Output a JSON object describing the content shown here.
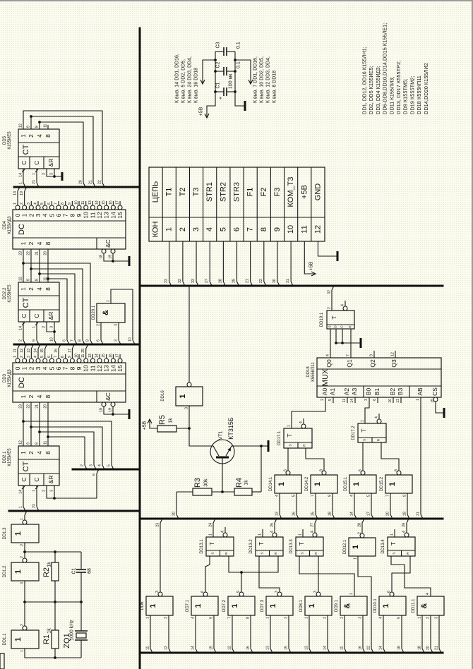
{
  "notes": {
    "vcc_pins": [
      "К выв. 14 DD1, DD16,",
      "К выв. 5 DD2, DD5,",
      "К выв. 24 DD3, DD4,",
      "К выв. 16 DD18"
    ],
    "gnd_pins": [
      "К выв. 7 DD1, DD16,",
      "К выв. 10 DD2, DD5,",
      "К выв. 12 DD3, DD4,",
      "К выв. 8 DD18"
    ],
    "parts": [
      "DD1, DD12, DD16  К155ЛН1;",
      "DD2, DD5  К155ИЕ5;",
      "DD3, DD4  К155ИД3;",
      "DD6-DD8,DD10,DD14,DD15  К155ЛЕ1;",
      "DD11  К155ЛИ3;",
      "DD13, DD17  К555ТР2;",
      "DD9  К155ТМ5;",
      "DD19  К555ТМ2;",
      "DD18  К555КП11",
      "DD14,DD20  К155ЛИ2"
    ]
  },
  "supply": "+5В",
  "decoupling": [
    {
      "ref": "C3",
      "value": "0.1"
    },
    {
      "ref": "C2",
      "value": "0.1"
    },
    {
      "ref": "C1",
      "value": "100 мк",
      "polarity": "+"
    }
  ],
  "connector": {
    "pin_header": "КОН",
    "net_header": "ЦЕПЬ",
    "rows": [
      {
        "pin": "1",
        "net": "T1"
      },
      {
        "pin": "2",
        "net": "T2"
      },
      {
        "pin": "3",
        "net": "T3"
      },
      {
        "pin": "4",
        "net": "STR1"
      },
      {
        "pin": "5",
        "net": "STR2"
      },
      {
        "pin": "6",
        "net": "STR3"
      },
      {
        "pin": "7",
        "net": "F1"
      },
      {
        "pin": "8",
        "net": "F2"
      },
      {
        "pin": "9",
        "net": "F3"
      },
      {
        "pin": "10",
        "net": "КОМ_Т3"
      },
      {
        "pin": "11",
        "net": "+5В"
      },
      {
        "pin": "12",
        "net": "GND"
      }
    ],
    "bus_wires": [
      "23",
      "32",
      "33",
      "27",
      "28",
      "29",
      "21",
      "22",
      "30",
      "31"
    ]
  },
  "counters": [
    {
      "ref": "DD5",
      "part": "К155ИЕ5",
      "func": "CT",
      "outputs": [
        "1",
        "2",
        "4",
        "8"
      ],
      "out_pins": [
        "12",
        "9",
        "8",
        "11"
      ],
      "inputs": [
        "C",
        "C",
        "&R"
      ],
      "in_pins": [
        "14",
        "1",
        "2",
        "3"
      ],
      "out_wires": [
        "22",
        "21",
        "20"
      ],
      "in_wires": [
        "1",
        "23"
      ]
    },
    {
      "ref": "DD2.2",
      "part": "К155ИЕ5",
      "func": "CT",
      "outputs": [
        "1",
        "2",
        "4",
        "8"
      ],
      "out_pins": [
        "12",
        "9",
        "8",
        "11"
      ],
      "inputs": [
        "C",
        "C",
        "&R"
      ],
      "in_pins": [
        "14",
        "1",
        "2",
        "3"
      ],
      "in_wires": [
        "2",
        "9",
        "10"
      ]
    },
    {
      "ref": "DD2.1",
      "part": "К155ИЕ5",
      "func": "CT",
      "outputs": [
        "1",
        "2",
        "4",
        "8"
      ],
      "out_pins": [
        "12",
        "9",
        "8",
        "11"
      ],
      "inputs": [
        "C",
        "C",
        "&R"
      ],
      "in_pins": [
        "14",
        "1",
        "2",
        "3"
      ],
      "in_wires": [
        "1",
        "23",
        "6"
      ]
    }
  ],
  "decoders": [
    {
      "ref": "DD4",
      "part": "К155ИД3",
      "func": "DC",
      "outputs": [
        "0",
        "1",
        "2",
        "3",
        "4",
        "5",
        "6",
        "7",
        "8",
        "9",
        "10",
        "11",
        "12",
        "13",
        "14",
        "15"
      ],
      "out_pins": [
        "1",
        "2",
        "3",
        "4",
        "5",
        "6",
        "7",
        "8",
        "9",
        "10",
        "11",
        "13",
        "14",
        "15",
        "16",
        "17"
      ],
      "inputs": [
        "1",
        "2",
        "4",
        "8"
      ],
      "in_pins": [
        "23",
        "22",
        "21",
        "20"
      ],
      "enable": "&C",
      "enable_pins": [
        "18",
        "19"
      ],
      "out_wires": [
        "14",
        "19"
      ],
      "in_wires": [
        "9",
        "8",
        "7",
        "6"
      ]
    },
    {
      "ref": "DD3",
      "part": "К155ИД3",
      "func": "DC",
      "outputs": [
        "0",
        "1",
        "2",
        "3",
        "4",
        "5",
        "6",
        "7",
        "8",
        "9",
        "10",
        "11",
        "12",
        "13",
        "14",
        "15"
      ],
      "out_pins": [
        "1",
        "2",
        "3",
        "4",
        "5",
        "6",
        "7",
        "8",
        "9",
        "10",
        "11",
        "13",
        "14",
        "15",
        "16",
        "17"
      ],
      "inputs": [
        "1",
        "2",
        "4",
        "8"
      ],
      "in_pins": [
        "23",
        "22",
        "21",
        "20"
      ],
      "enable": "&C",
      "enable_pins": [
        "18",
        "19"
      ],
      "out_wires": [
        "11",
        "12",
        "13",
        "14",
        "15",
        "16",
        "17",
        "25"
      ],
      "in_wires": [
        "5",
        "4",
        "3",
        "2"
      ]
    }
  ],
  "and_gate_dd20": {
    "ref": "DD20.1",
    "symbol": "&",
    "out_pin": "1",
    "in_pins": [
      "2",
      "3"
    ],
    "in_wires": [
      "6",
      "3"
    ],
    "out_wire": "10"
  },
  "oscillator": {
    "gates": [
      {
        "ref": "DD1.3",
        "symbol": "1",
        "in_pin": "1",
        "out_pin": "2"
      },
      {
        "ref": "DD1.2",
        "symbol": "1",
        "in_pin": "2",
        "out_pin": "3"
      },
      {
        "ref": "DD1.1",
        "symbol": "1",
        "in_pin": "2",
        "out_pin": "1"
      }
    ],
    "r2": {
      "ref": "R2",
      "value": "1k"
    },
    "r1": {
      "ref": "R1",
      "value": "1k"
    },
    "c1": {
      "ref": "C1",
      "value": "68"
    },
    "crystal": {
      "ref": "ZQ1",
      "value": "1000 kHz"
    }
  },
  "driver": {
    "inverter": {
      "ref": "DD16",
      "symbol": "1",
      "out_pin": "3"
    },
    "r5": {
      "ref": "R5",
      "value": "1k"
    },
    "transistor": {
      "ref": "VT1",
      "part": "КТ315Б"
    },
    "r3": {
      "ref": "R3",
      "value": "30k"
    },
    "r4": {
      "ref": "R4",
      "value": "1k"
    },
    "bus_wire": "30"
  },
  "dtrigger": {
    "ref": "DD19.1",
    "func": "T",
    "cells": [
      "S",
      "D",
      "C",
      "R"
    ],
    "top_pins": [
      "2",
      "4"
    ],
    "bus_wire": "32"
  },
  "mux": {
    "ref": "DD18",
    "part": "К555КП11",
    "func": "MUX",
    "outputs": [
      {
        "name": "Q0",
        "pin": "4"
      },
      {
        "name": "Q1",
        "pin": "7"
      },
      {
        "name": "Q2",
        "pin": "9"
      },
      {
        "name": "Q3",
        "pin": "12"
      }
    ],
    "inputs": [
      {
        "name": "A0",
        "pin": "2"
      },
      {
        "name": "A1",
        "pin": "5"
      },
      {
        "name": "A2",
        "pin": "11"
      },
      {
        "name": "A3",
        "pin": "14"
      },
      {
        "name": "B0",
        "pin": "3"
      },
      {
        "name": "B1",
        "pin": "6"
      },
      {
        "name": "B2",
        "pin": "10"
      },
      {
        "name": "B3",
        "pin": "13"
      },
      {
        "name": "AB",
        "pin": "1"
      },
      {
        "name": "CS",
        "pin": "15"
      }
    ],
    "ab_wire": "31"
  },
  "latches_mid": [
    {
      "ref": "DD17.1",
      "func": "T",
      "cells": [
        "S",
        "R"
      ],
      "top_pins": [
        "1",
        "4"
      ]
    },
    {
      "ref": "DD17.2",
      "func": "T",
      "cells": [
        "S",
        "R"
      ],
      "top_pins": [
        "1",
        "4"
      ]
    }
  ],
  "nor_gates_mid": [
    {
      "ref": "DD14.1",
      "symbol": "1",
      "out_pin": "6",
      "in_pins": [
        "4",
        "5"
      ],
      "in_wires": [
        "13",
        "16"
      ]
    },
    {
      "ref": "DD14.2",
      "symbol": "1",
      "out_pin": "8",
      "in_pins": [
        "7",
        "9"
      ],
      "in_wires": [
        "15",
        "18"
      ]
    },
    {
      "ref": "DD15.1",
      "symbol": "1",
      "out_pin": "6",
      "in_pins": [
        "4",
        "5"
      ],
      "in_wires": [
        "14",
        "17"
      ]
    },
    {
      "ref": "DD15.2",
      "symbol": "1",
      "out_pin": "8",
      "in_pins": [
        "7",
        "9"
      ],
      "in_wires": [
        "20",
        "19"
      ]
    }
  ],
  "latches_bottom": [
    {
      "ref": "DD13.1",
      "func": "T",
      "cells": [
        "S",
        "R"
      ],
      "top_pins": [
        "1",
        "4"
      ],
      "bus_wire": "24"
    },
    {
      "ref": "DD13.2",
      "func": "T",
      "cells": [
        "S",
        "R"
      ],
      "top_pins": [
        "1",
        "4"
      ],
      "bus_wire": "26"
    },
    {
      "ref": "DD13.3",
      "func": "T",
      "cells": [
        "S",
        "R"
      ],
      "top_pins": [
        "1",
        "4"
      ],
      "bus_wire": "27"
    },
    {
      "ref": "DD13.4",
      "func": "T",
      "cells": [
        "S",
        "R"
      ],
      "top_pins": [
        "1",
        "4"
      ],
      "bus_wire": "29"
    }
  ],
  "inverter_dd12": {
    "ref": "DD12.1",
    "symbol": "1",
    "in_pin": "2",
    "out_pin": "1",
    "bus_wire": "28",
    "out_wire": "22"
  },
  "gates_bottom": [
    {
      "ref": "DD6",
      "symbol": "1",
      "top_pin": "3",
      "in_pins": [
        "1",
        "2"
      ],
      "in_wires": [
        "11",
        "12"
      ],
      "top_wire": "23"
    },
    {
      "ref": "DD7.1",
      "symbol": "1",
      "top_pin": "6",
      "in_pins": [
        "4",
        "5"
      ],
      "in_wires": [
        "14",
        "15"
      ]
    },
    {
      "ref": "DD7.2",
      "symbol": "1",
      "top_pin": "9",
      "in_pins": [
        "7",
        "8"
      ],
      "in_wires": [
        "12",
        "16"
      ]
    },
    {
      "ref": "DD7.3",
      "symbol": "1",
      "top_pin": "3",
      "in_pins": [
        "1",
        "2"
      ],
      "in_wires": [
        "13",
        "15"
      ]
    },
    {
      "ref": "DD8.1",
      "symbol": "1",
      "top_pin": "3",
      "in_pins": [
        "1",
        "2"
      ],
      "in_wires": [
        "13",
        "14"
      ]
    },
    {
      "ref": "DD9.1",
      "symbol": "&",
      "top_pin": "1",
      "in_pins": [
        "2",
        "3"
      ],
      "in_wires": [
        "11",
        "16"
      ]
    },
    {
      "ref": "DD10.1",
      "symbol": "1",
      "top_pin": "6",
      "in_pins": [
        "4",
        "5"
      ],
      "in_wires": [
        "14",
        "18"
      ]
    },
    {
      "ref": "DD11.1",
      "symbol": "&",
      "top_pin": "4",
      "in_pins": [
        "1",
        "2",
        "3"
      ],
      "in_wires": [
        "18",
        "20",
        "21"
      ]
    }
  ]
}
